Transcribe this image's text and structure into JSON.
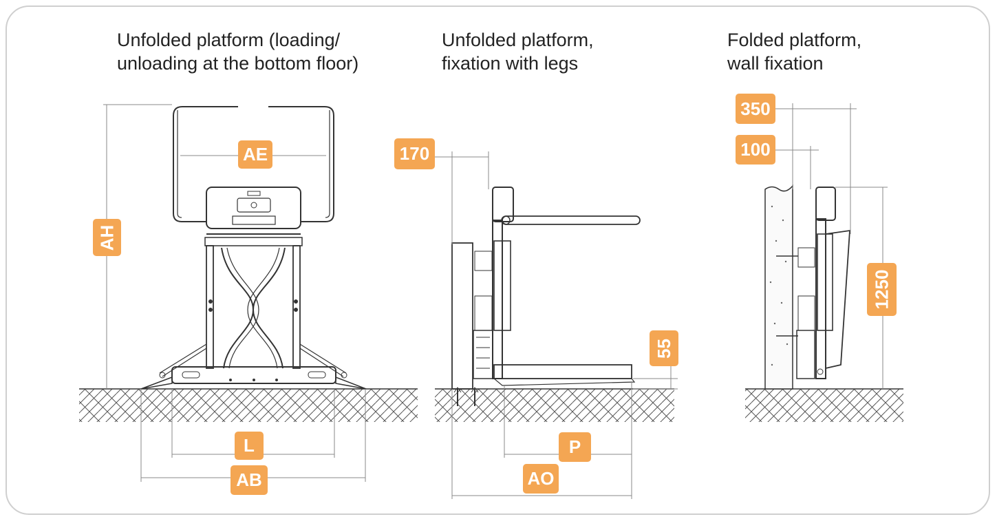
{
  "captions": {
    "bottom_floor": [
      "Unfolded platform (loading/",
      "unloading at the bottom floor)"
    ],
    "legs": [
      "Unfolded platform,",
      "fixation with legs"
    ],
    "wall": [
      "Folded platform,",
      "wall fixation"
    ]
  },
  "dimensions": {
    "AE": "AE",
    "AH": "AH",
    "L": "L",
    "AB": "AB",
    "d170": "170",
    "d55": "55",
    "P": "P",
    "AO": "AO",
    "d350": "350",
    "d100": "100",
    "d1250": "1250"
  },
  "colors": {
    "tag": "#f4a653",
    "line": "#333333",
    "dim_line": "#888888",
    "frame": "#cfcfcf"
  }
}
